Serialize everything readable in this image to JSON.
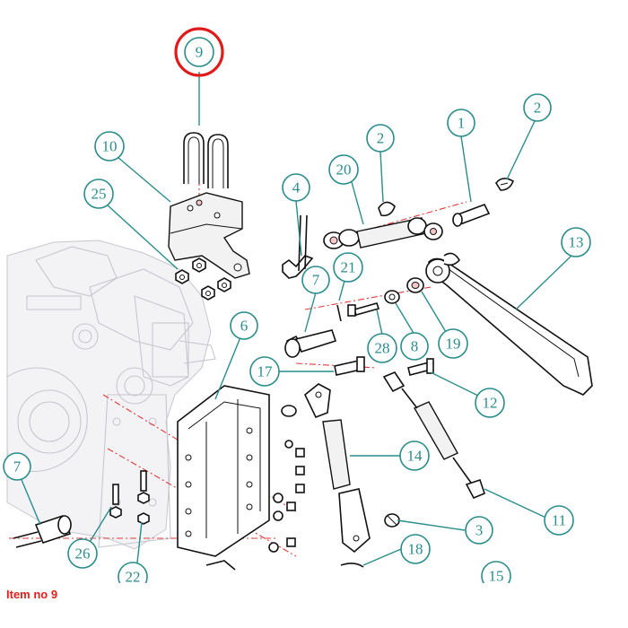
{
  "caption": "Item no 9",
  "highlight_color": "#e01b1b",
  "callout_color": "#2a8c8c",
  "callouts": {
    "c1": "1",
    "c2a": "2",
    "c2b": "2",
    "c3": "3",
    "c4": "4",
    "c6": "6",
    "c7a": "7",
    "c7b": "7",
    "c8": "8",
    "c9": "9",
    "c10": "10",
    "c11": "11",
    "c12": "12",
    "c13": "13",
    "c14": "14",
    "c15": "15",
    "c17": "17",
    "c18": "18",
    "c19": "19",
    "c20": "20",
    "c21": "21",
    "c22": "22",
    "c25": "25",
    "c26": "26",
    "c28": "28"
  }
}
